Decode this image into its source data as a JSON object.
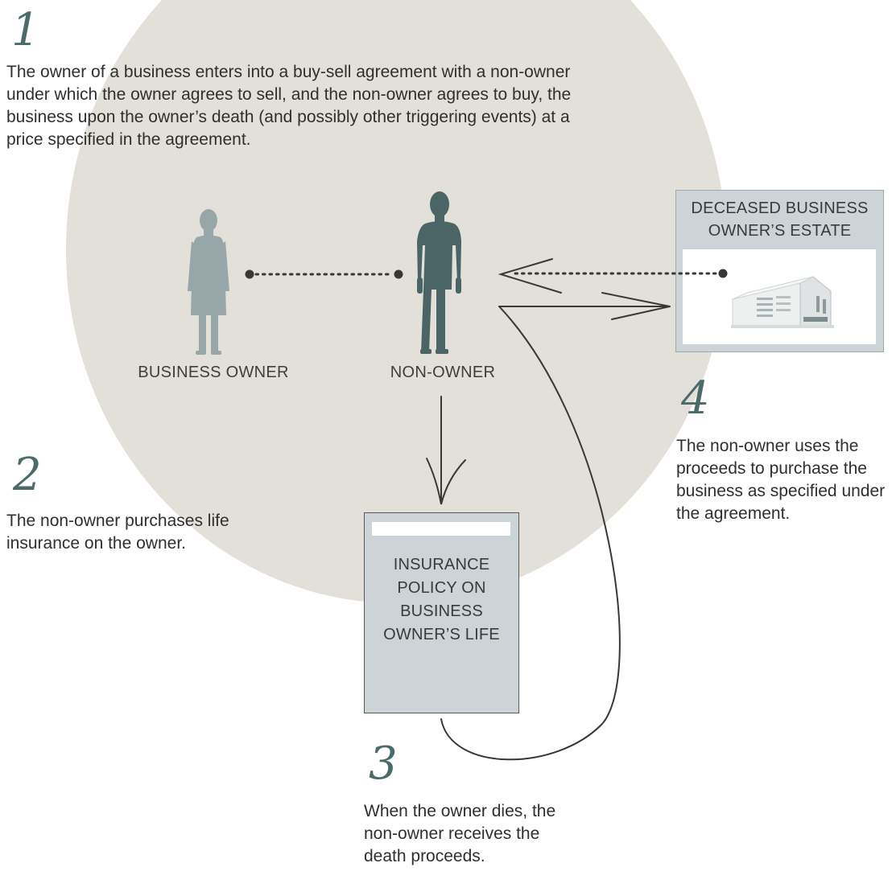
{
  "steps": [
    {
      "number": "1",
      "text": "The owner of a business enters into a buy-sell agreement with a non-owner under which the owner agrees to sell, and the non-owner agrees to buy, the business upon the owner’s death (and possibly other triggering events) at a price specified in the agreement."
    },
    {
      "number": "2",
      "text": "The non-owner purchases life insurance on the owner."
    },
    {
      "number": "3",
      "text": "When the owner dies, the non-owner receives the death proceeds."
    },
    {
      "number": "4",
      "text": "The non-owner uses the proceeds to purchase the business as specified under the agreement."
    }
  ],
  "figures": {
    "business_owner": "BUSINESS OWNER",
    "non_owner": "NON-OWNER"
  },
  "estate": {
    "title": "DECEASED BUSINESS OWNER’S ESTATE"
  },
  "policy": {
    "title": "INSURANCE POLICY ON BUSINESS OWNER’S LIFE"
  },
  "colors": {
    "circle": "#e3e0da",
    "business_owner_figure": "#97a6a8",
    "non_owner_figure": "#4b6466",
    "box_fill": "#ccd4d7",
    "step_number": "#4b6a6a",
    "line": "#3a3735"
  }
}
